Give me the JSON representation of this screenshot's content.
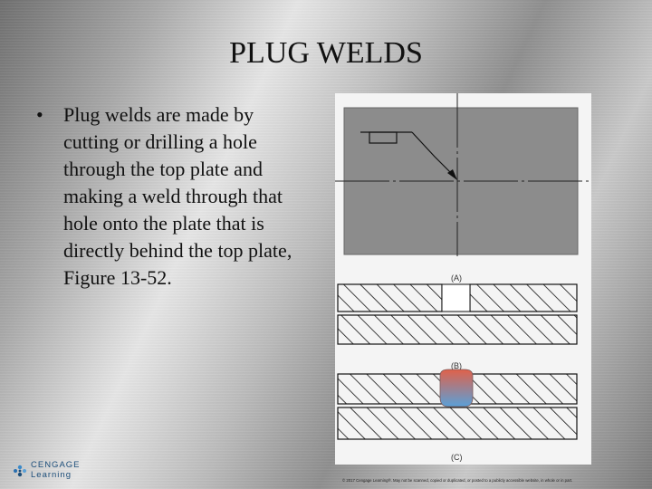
{
  "slide": {
    "title": "PLUG WELDS",
    "bullet_marker": "•",
    "bullet_text": "Plug welds are made by cutting or drilling a hole through the top plate and making a weld through that hole onto the plate that is directly behind the top plate, Figure 13-52."
  },
  "figure": {
    "label_a": "(A)",
    "label_b": "(B)",
    "label_c": "(C)",
    "weld_color_top": "#e0614a",
    "weld_color_bottom": "#5aa0d8"
  },
  "footer": {
    "logo_line1": "CENGAGE",
    "logo_line2": "Learning",
    "copyright": "© 2017 Cengage Learning®. May not be scanned, copied or duplicated, or posted to a publicly accessible website, in whole or in part."
  }
}
